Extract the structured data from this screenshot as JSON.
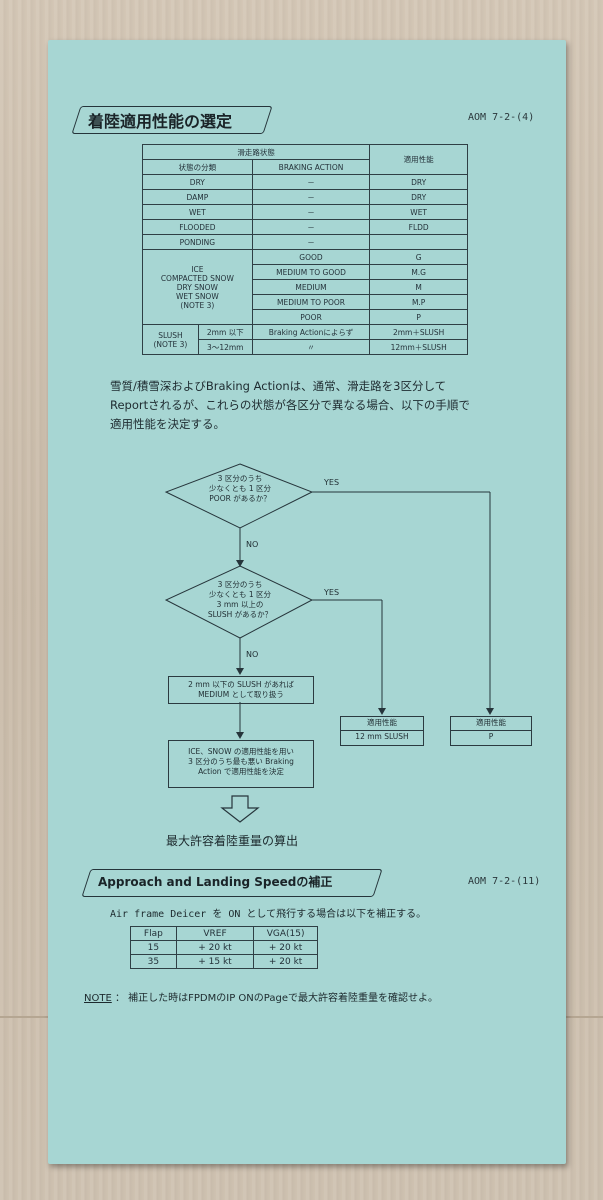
{
  "section1": {
    "title": "着陸適用性能の選定",
    "ref": "AOM 7-2-(4)"
  },
  "table1": {
    "header_group": "滑走路状態",
    "col_class": "状態の分類",
    "col_braking": "BRAKING ACTION",
    "col_perf": "適用性能",
    "rows": [
      {
        "c": "DRY",
        "b": "－",
        "p": "DRY"
      },
      {
        "c": "DAMP",
        "b": "－",
        "p": "DRY"
      },
      {
        "c": "WET",
        "b": "－",
        "p": "WET"
      },
      {
        "c": "FLOODED",
        "b": "－",
        "p": "FLDD"
      },
      {
        "c": "PONDING",
        "b": "－",
        "p": ""
      }
    ],
    "ice_group": {
      "label_lines": [
        "ICE",
        "COMPACTED SNOW",
        "DRY SNOW",
        "WET SNOW",
        "(NOTE 3)"
      ],
      "rows": [
        {
          "b": "GOOD",
          "p": "G"
        },
        {
          "b": "MEDIUM TO GOOD",
          "p": "M.G"
        },
        {
          "b": "MEDIUM",
          "p": "M"
        },
        {
          "b": "MEDIUM TO POOR",
          "p": "M.P"
        },
        {
          "b": "POOR",
          "p": "P"
        }
      ]
    },
    "slush": {
      "label_lines": [
        "SLUSH",
        "(NOTE 3)"
      ],
      "rows": [
        {
          "depth": "2mm 以下",
          "b": "Braking Actionによらず",
          "p": "2mm＋SLUSH"
        },
        {
          "depth": "3～12mm",
          "b": "〃",
          "p": "12mm＋SLUSH"
        }
      ]
    }
  },
  "paragraph": [
    "雪質/積雪深およびBraking Actionは、通常、滑走路を3区分して",
    "Reportされるが、これらの状態が各区分で異なる場合、以下の手順で",
    "適用性能を決定する。"
  ],
  "flowchart": {
    "q1": [
      "3 区分のうち",
      "少なくとも 1 区分",
      "POOR があるか？"
    ],
    "q2": [
      "3 区分のうち",
      "少なくとも 1 区分",
      "3 mm 以上の",
      "SLUSH があるか？"
    ],
    "yes": "YES",
    "no": "NO",
    "box_a": [
      "2 mm 以下の SLUSH があれば",
      "MEDIUM として取り扱う"
    ],
    "box_b": [
      "ICE、SNOW の適用性能を用い",
      "3 区分のうち最も悪い Braking",
      "Action で適用性能を決定"
    ],
    "result_mid_header": "適用性能",
    "result_mid_value": "12 mm SLUSH",
    "result_right_header": "適用性能",
    "result_right_value": "P",
    "final": "最大許容着陸重量の算出"
  },
  "section2": {
    "title_en": "Approach and Landing Speed",
    "title_jp": "の補正",
    "ref": "AOM 7-2-(11)",
    "note_line": "Air frame Deicer を ON として飛行する場合は以下を補正する。"
  },
  "table2": {
    "headers": [
      "Flap",
      "VREF",
      "VGA(15)"
    ],
    "rows": [
      [
        "15",
        "+ 20 kt",
        "+ 20 kt"
      ],
      [
        "35",
        "+ 15 kt",
        "+ 20 kt"
      ]
    ]
  },
  "note": {
    "label": "NOTE",
    "text": "： 補正した時はFPDMのIP ONのPageで最大許容着陸重量を確認せよ。"
  },
  "colors": {
    "card": "#a7d6d3",
    "ink": "#1d2a2e"
  }
}
